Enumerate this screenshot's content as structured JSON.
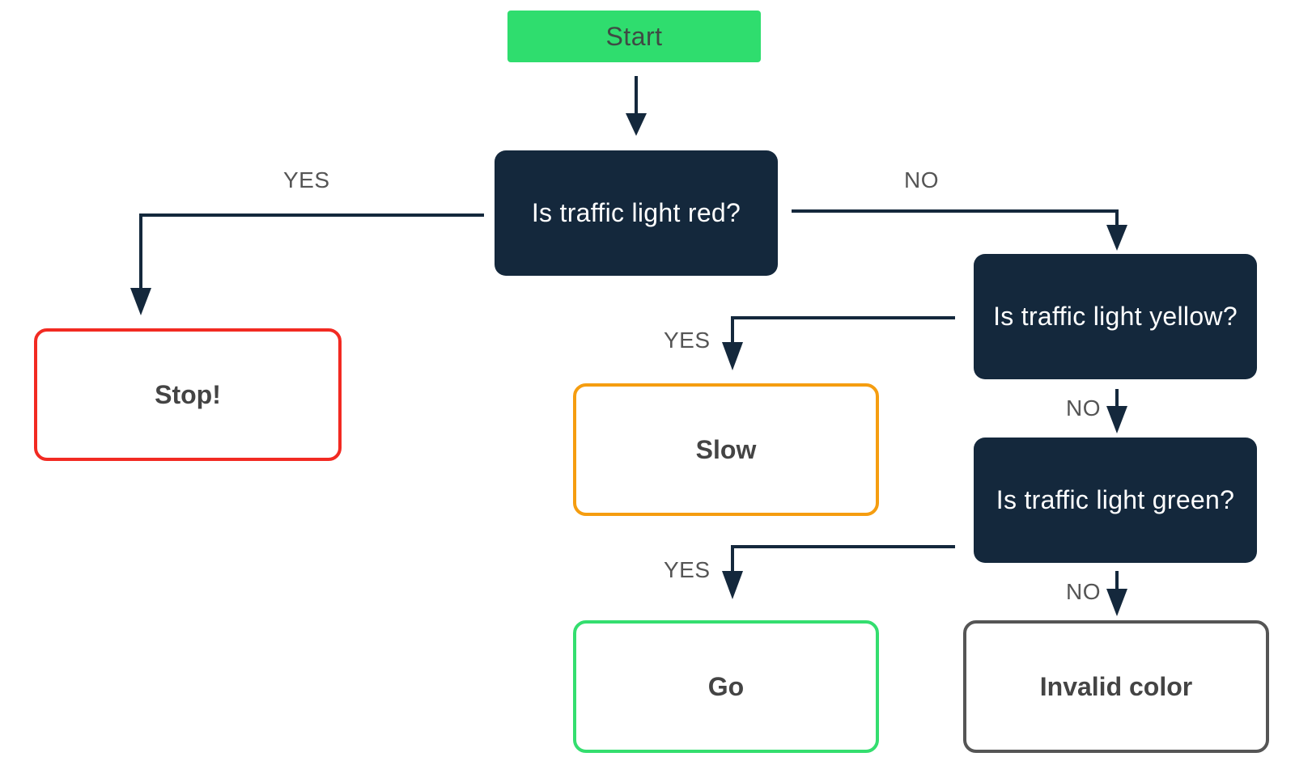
{
  "colors": {
    "start_fill": "#2fdd6e",
    "start_text": "#3f4a44",
    "decision_fill": "#14283c",
    "decision_text": "#ffffff",
    "connector": "#14283c",
    "label_text": "#555555",
    "outcome_text": "#444444",
    "stop_border": "#f22a22",
    "slow_border": "#f59d10",
    "go_border": "#34de6f",
    "invalid_border": "#555555"
  },
  "nodes": {
    "start": "Start",
    "red_question": "Is traffic light red?",
    "yellow_question": "Is traffic light yellow?",
    "green_question": "Is traffic light green?",
    "stop": "Stop!",
    "slow": "Slow",
    "go": "Go",
    "invalid": "Invalid color"
  },
  "edges": {
    "red_yes": "YES",
    "red_no": "NO",
    "yellow_yes": "YES",
    "yellow_no": "NO",
    "green_yes": "YES",
    "green_no": "NO"
  }
}
